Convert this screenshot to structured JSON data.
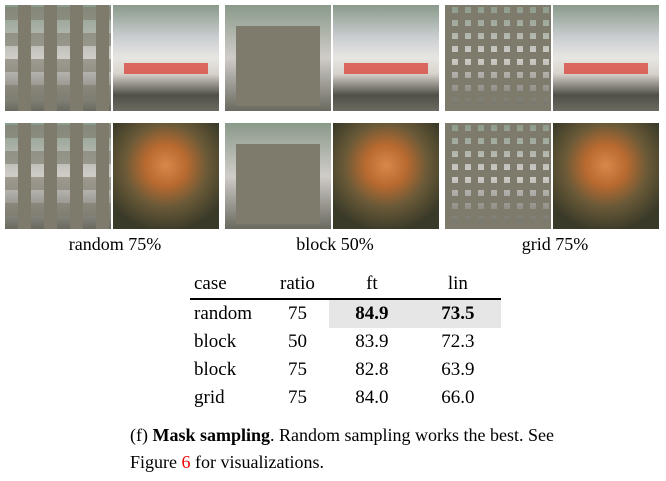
{
  "panels": [
    {
      "label": "random 75%",
      "mask": "random"
    },
    {
      "label": "block 50%",
      "mask": "block"
    },
    {
      "label": "grid 75%",
      "mask": "grid"
    }
  ],
  "table": {
    "headers": [
      "case",
      "ratio",
      "ft",
      "lin"
    ],
    "rows": [
      [
        "random",
        "75",
        "84.9",
        "73.5"
      ],
      [
        "block",
        "50",
        "83.9",
        "72.3"
      ],
      [
        "block",
        "75",
        "82.8",
        "63.9"
      ],
      [
        "grid",
        "75",
        "84.0",
        "66.0"
      ]
    ]
  },
  "caption": {
    "prefix": "(f) ",
    "bold": "Mask sampling",
    "text1": ". Random sampling works the best. See Figure ",
    "ref": "6",
    "text2": " for visualizations."
  }
}
